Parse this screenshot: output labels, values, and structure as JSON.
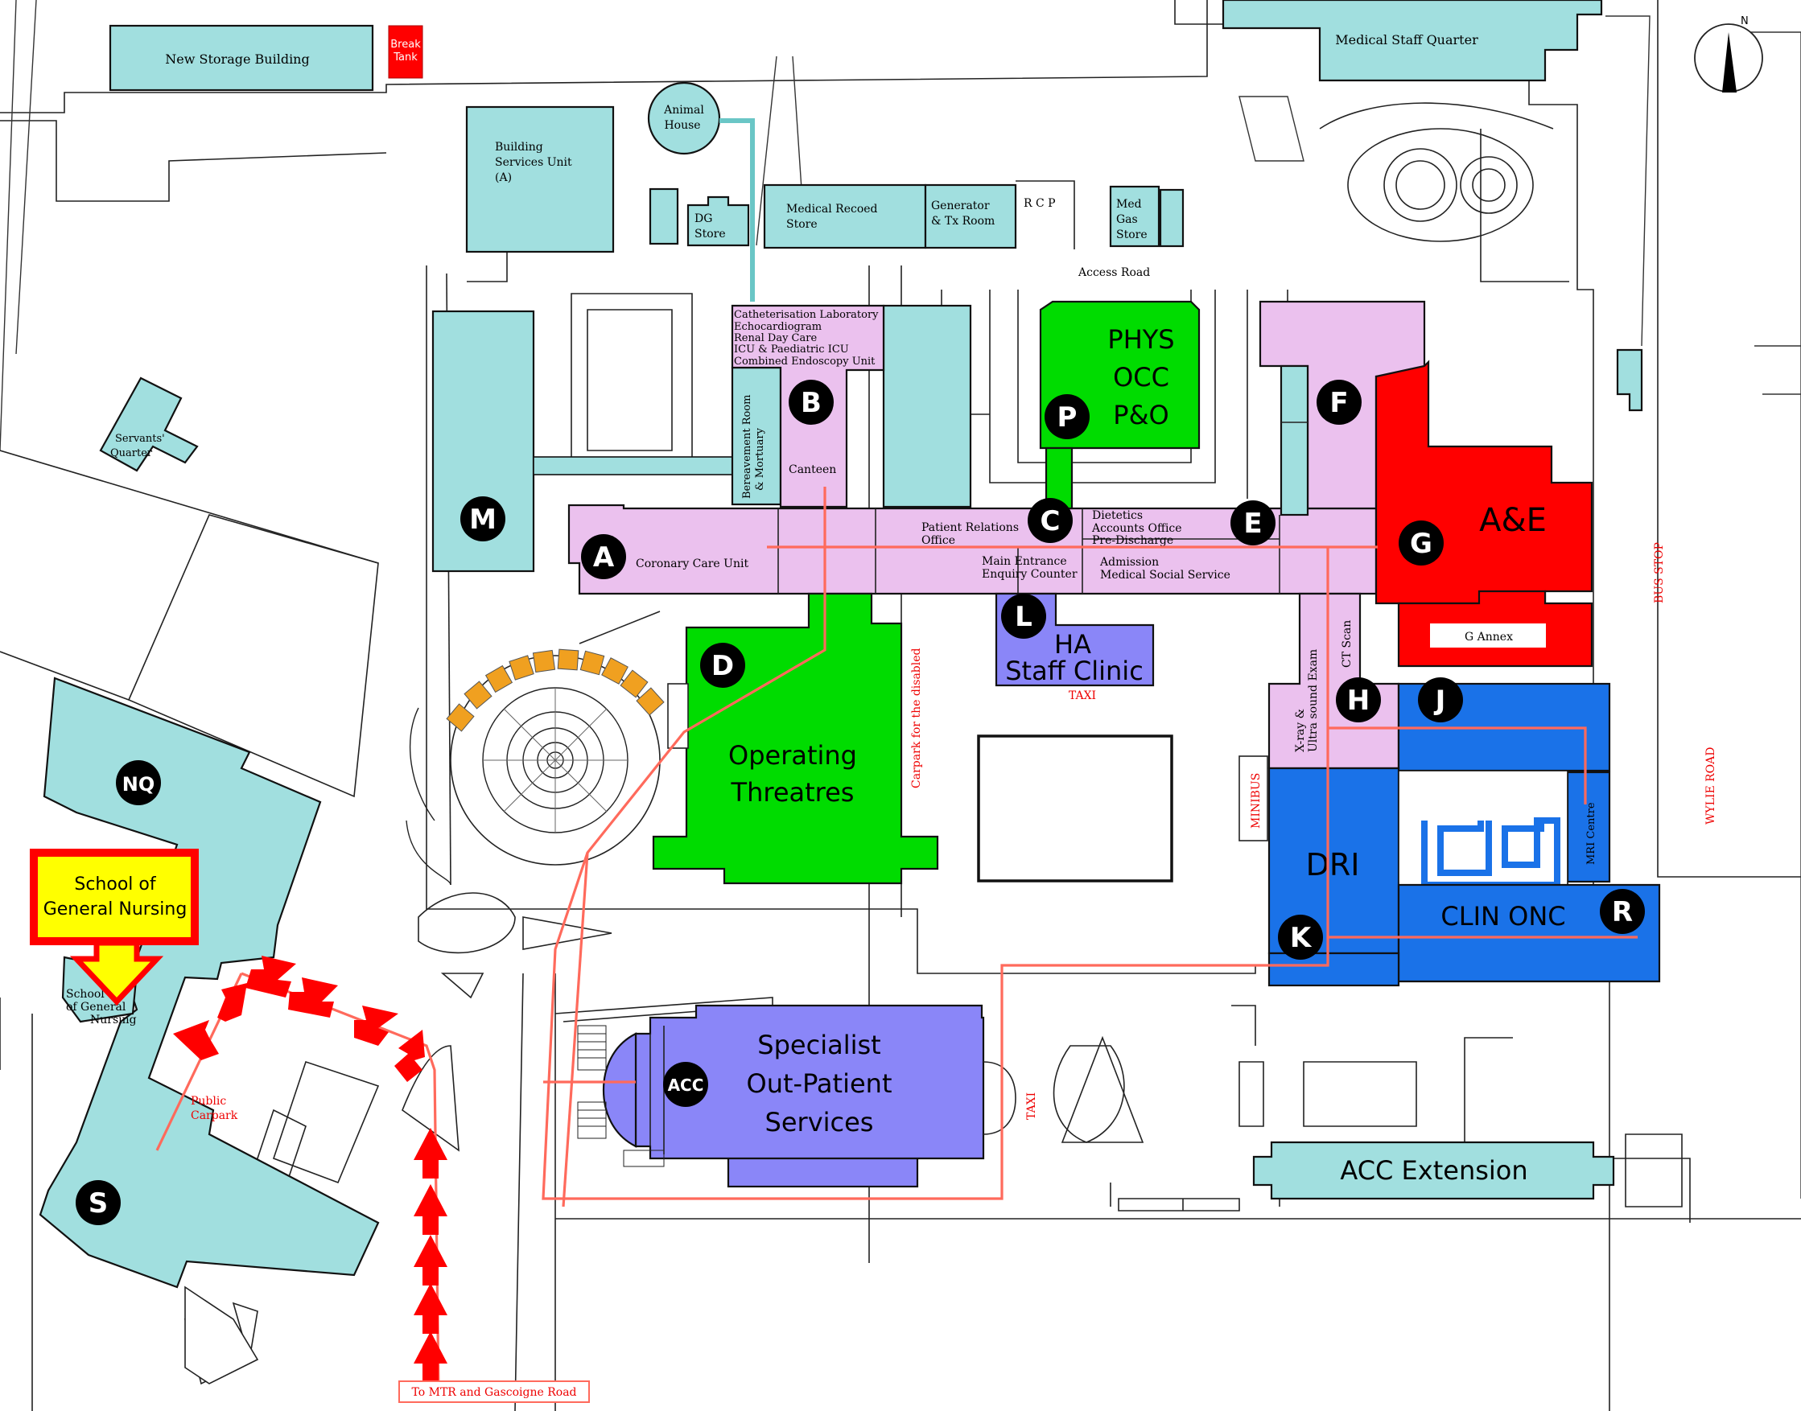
{
  "map": {
    "buildings": {
      "new_storage": "New Storage Building",
      "break_tank_1": "Break",
      "break_tank_2": "Tank",
      "medical_staff_quarter": "Medical Staff Quarter",
      "animal_house_1": "Animal",
      "animal_house_2": "House",
      "bsu_1": "Building",
      "bsu_2": "Services Unit",
      "bsu_3": "(A)",
      "dg_store_1": "DG",
      "dg_store_2": "Store",
      "medical_record_1": "Medical Recoed",
      "medical_record_2": "Store",
      "generator_1": "Generator",
      "generator_2": "& Tx Room",
      "rcp": "R C P",
      "med_gas_1": "Med",
      "med_gas_2": "Gas",
      "med_gas_3": "Store",
      "access_road": "Access Road",
      "servants_quarter_1": "Servants'",
      "servants_quarter_2": "Quarter",
      "b_depts_1": "Catheterisation Laboratory",
      "b_depts_2": "Echocardiogram",
      "b_depts_3": "Renal Day Care",
      "b_depts_4": "ICU & Paediatric ICU",
      "b_depts_5": "Combined Endoscopy Unit",
      "bereavement_1": "Bereavement Room",
      "bereavement_2": "& Mortuary",
      "canteen": "Canteen",
      "phys": "PHYS",
      "occ": "OCC",
      "po": "P&O",
      "coronary": "Coronary Care Unit",
      "patient_relations_1": "Patient Relations",
      "patient_relations_2": "Office",
      "main_entrance_1": "Main Entrance",
      "main_entrance_2": "Enquiry Counter",
      "dietetics_1": "Dietetics",
      "dietetics_2": "Accounts Office",
      "dietetics_3": "Pre-Discharge",
      "admission_1": "Admission",
      "admission_2": "Medical Social Service",
      "ae": "A&E",
      "g_annex": "G Annex",
      "ha_staff_1": "HA",
      "ha_staff_2": "Staff Clinic",
      "taxi": "TAXI",
      "ot_1": "Operating",
      "ot_2": "Threatres",
      "carpark_disabled": "Carpark for the disabled",
      "ct_scan": "CT Scan",
      "xray_1": "X-ray &",
      "xray_2": "Ultra sound Exam",
      "minibus": "MINIBUS",
      "dri": "DRI",
      "mri": "MRI Centre",
      "clin_onc": "CLIN ONC",
      "bus_stop": "BUS STOP",
      "wylie_road": "WYLIE ROAD",
      "school_callout_1": "School of",
      "school_callout_2": "General Nursing",
      "school_small_1": "School",
      "school_small_2": "of General",
      "school_small_3": "Nursing",
      "public_carpark_1": "Public",
      "public_carpark_2": "Carpark",
      "sop_1": "Specialist",
      "sop_2": "Out-Patient",
      "sop_3": "Services",
      "acc_ext": "ACC Extension",
      "to_mtr": "To MTR and Gascoigne Road",
      "north": "N"
    },
    "markers": {
      "A": "A",
      "B": "B",
      "C": "C",
      "D": "D",
      "E": "E",
      "F": "F",
      "G": "G",
      "H": "H",
      "J": "J",
      "K": "K",
      "L": "L",
      "M": "M",
      "P": "P",
      "R": "R",
      "S": "S",
      "NQ": "NQ",
      "ACC": "ACC"
    },
    "colors": {
      "cyan_buildings": "#a1dfdf",
      "pink_buildings": "#ebc1ee",
      "green_buildings": "#00dc00",
      "blue_buildings": "#1a72e8",
      "purple_buildings": "#8a86f8",
      "red_buildings": "#ff0000",
      "route_line": "#ff6a5c",
      "callout_fill": "#ffff00",
      "callout_border": "#ff0000"
    },
    "icons": {
      "compass": "north-arrow-icon",
      "walk_arrows": "red-arrow-icon"
    }
  }
}
